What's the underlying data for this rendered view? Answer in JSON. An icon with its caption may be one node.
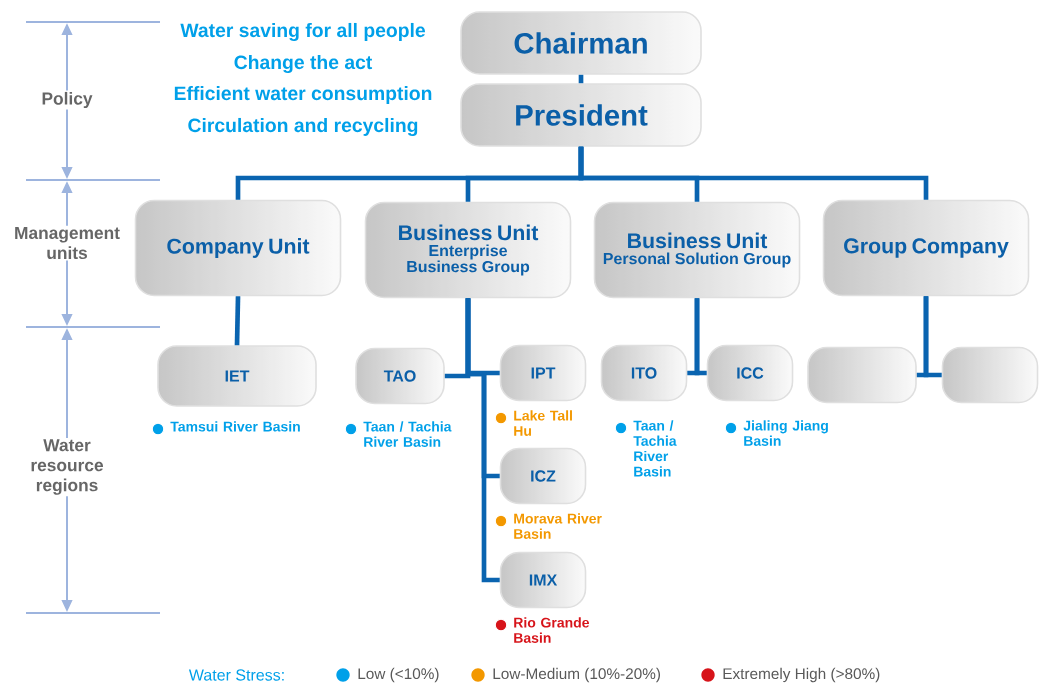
{
  "diagram": {
    "nodes": [
      {
        "text": [
          "Chairman"
        ]
      },
      {
        "text": [
          "President"
        ]
      },
      {
        "text": [
          "Company Unit"
        ]
      },
      {
        "text": [
          "Business Unit",
          "Enterprise Business Group"
        ]
      },
      {
        "text": [
          "Business Unit",
          "Personal Solution Group"
        ]
      },
      {
        "text": [
          "Group Company"
        ]
      },
      {
        "text": [
          "IET"
        ],
        "beside": [
          "Tamsui River Basin"
        ]
      },
      {
        "text": [
          "TAO"
        ],
        "beside": [
          "Taan / Tachia River Basin"
        ]
      },
      {
        "text": [
          "IPT"
        ],
        "beside": [
          "Lake Tall Hu"
        ]
      },
      {
        "text": [
          "ICZ"
        ],
        "beside": [
          "Morava River Basin"
        ]
      },
      {
        "text": [
          "IMX"
        ],
        "beside": [
          "Rio Grande Basin"
        ]
      },
      {
        "text": [
          "ITO"
        ],
        "beside": [
          "Taan / Tachia River Basin"
        ]
      },
      {
        "text": [
          "ICC"
        ],
        "beside": [
          "Jialing Jiang Basin"
        ]
      },
      {
        "text": [],
        "shape": "box"
      },
      {
        "text": [],
        "shape": "box"
      }
    ],
    "edges": [
      {
        "from": 0,
        "to": 1,
        "arrow": "none"
      },
      {
        "from": 1,
        "to": 2,
        "arrow": "none"
      },
      {
        "from": 1,
        "to": 3,
        "arrow": "none"
      },
      {
        "from": 1,
        "to": 4,
        "arrow": "none"
      },
      {
        "from": 1,
        "to": 5,
        "arrow": "none"
      },
      {
        "from": 2,
        "to": 6,
        "arrow": "none"
      },
      {
        "from": 3,
        "to": 7,
        "arrow": "none"
      },
      {
        "from": 3,
        "to": 8,
        "arrow": "none"
      },
      {
        "from": 3,
        "to": 9,
        "arrow": "none"
      },
      {
        "from": 3,
        "to": 10,
        "arrow": "none"
      },
      {
        "from": 4,
        "to": 11,
        "arrow": "none"
      },
      {
        "from": 4,
        "to": 12,
        "arrow": "none"
      },
      {
        "from": 5,
        "to": 13,
        "arrow": "none"
      },
      {
        "from": 5,
        "to": 14,
        "arrow": "none"
      }
    ],
    "labels": [
      "Policy",
      "Water saving for all people",
      "Change the act",
      "Efficient water consumption",
      "Circulation and recycling",
      "Management units",
      "Water resource regions",
      "Water Stress:"
    ],
    "legend": [
      {
        "text": "Low (<10%)",
        "color": "#00a0e9"
      },
      {
        "text": "Low-Medium (10%-20%)",
        "color": "#f39800"
      },
      {
        "text": "Extremely High (>80%)",
        "color": "#d7141a"
      }
    ]
  }
}
